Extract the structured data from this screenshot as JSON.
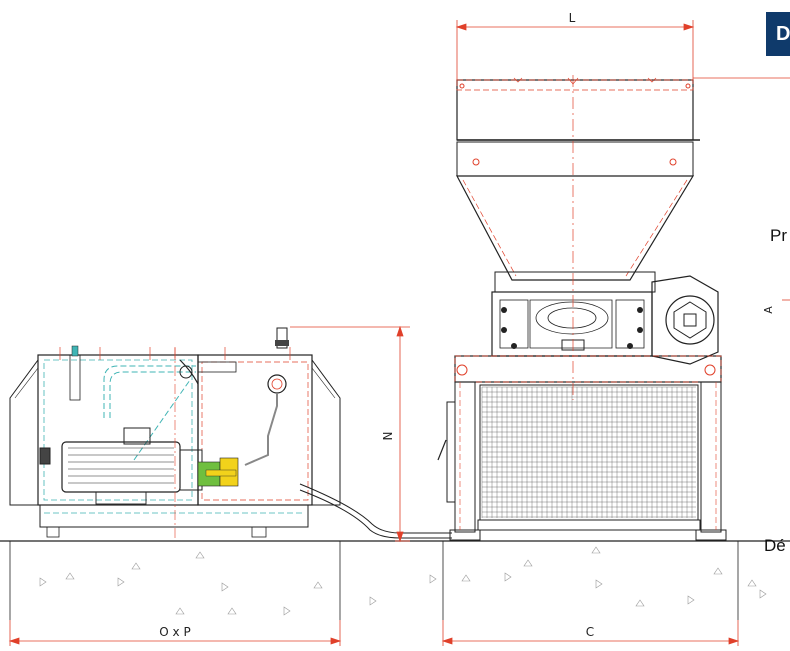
{
  "dimensions": {
    "L": "L",
    "N": "N",
    "OxP": "O x P",
    "C": "C",
    "A": "A"
  },
  "side_labels": {
    "tag": "D",
    "pr": "Pr",
    "de": "Dé"
  },
  "colors": {
    "line": "#222222",
    "dim": "#e0402a",
    "center": "#e0402a",
    "hidden": "#3fb4b4",
    "accent_yellow": "#f2d21b",
    "accent_green": "#6fbf3f",
    "tag_bg": "#0f3a6b"
  }
}
